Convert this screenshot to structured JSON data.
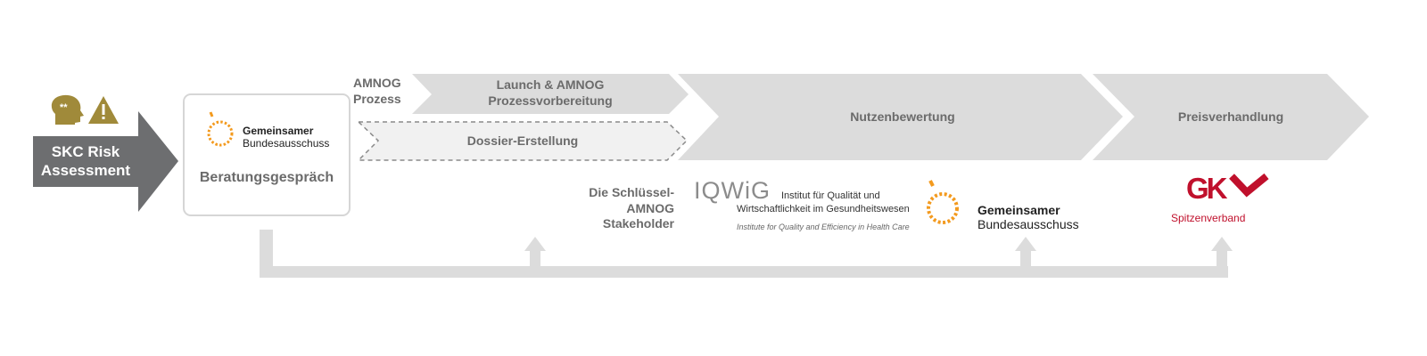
{
  "skc": {
    "label_line1": "SKC Risk",
    "label_line2": "Assessment",
    "icons": [
      "head-thought-icon",
      "warning-icon"
    ]
  },
  "beratung": {
    "logo_line1": "Gemeinsamer",
    "logo_line2": "Bundesausschuss",
    "label": "Beratungsgespräch"
  },
  "process": {
    "label_line1": "AMNOG",
    "label_line2": "Prozess",
    "launch_line1": "Launch & AMNOG",
    "launch_line2": "Prozessvorbereitung",
    "dossier": "Dossier-Erstellung",
    "nutzen": "Nutzenbewertung",
    "preis": "Preisverhandlung"
  },
  "stakeholders": {
    "label_line1": "Die Schlüssel-",
    "label_line2": "AMNOG",
    "label_line3": "Stakeholder",
    "iqwig": {
      "logo": "IQWiG",
      "line1": "Institut für Qualität und",
      "line2": "Wirtschaftlichkeit im Gesundheitswesen",
      "line3": "Institute for Quality and Efficiency in Health Care"
    },
    "gba": {
      "line1": "Gemeinsamer",
      "line2": "Bundesausschuss"
    },
    "gkv": {
      "logo": "GKV",
      "line1": "Spitzenverband"
    }
  },
  "colors": {
    "dark_arrow": "#6d6e70",
    "olive": "#a08a3a",
    "light_arrow": "#dcdcdc",
    "orange": "#f39a1e",
    "gkv_red": "#c0102c",
    "iqwig_blue": "#2a9fd8"
  }
}
